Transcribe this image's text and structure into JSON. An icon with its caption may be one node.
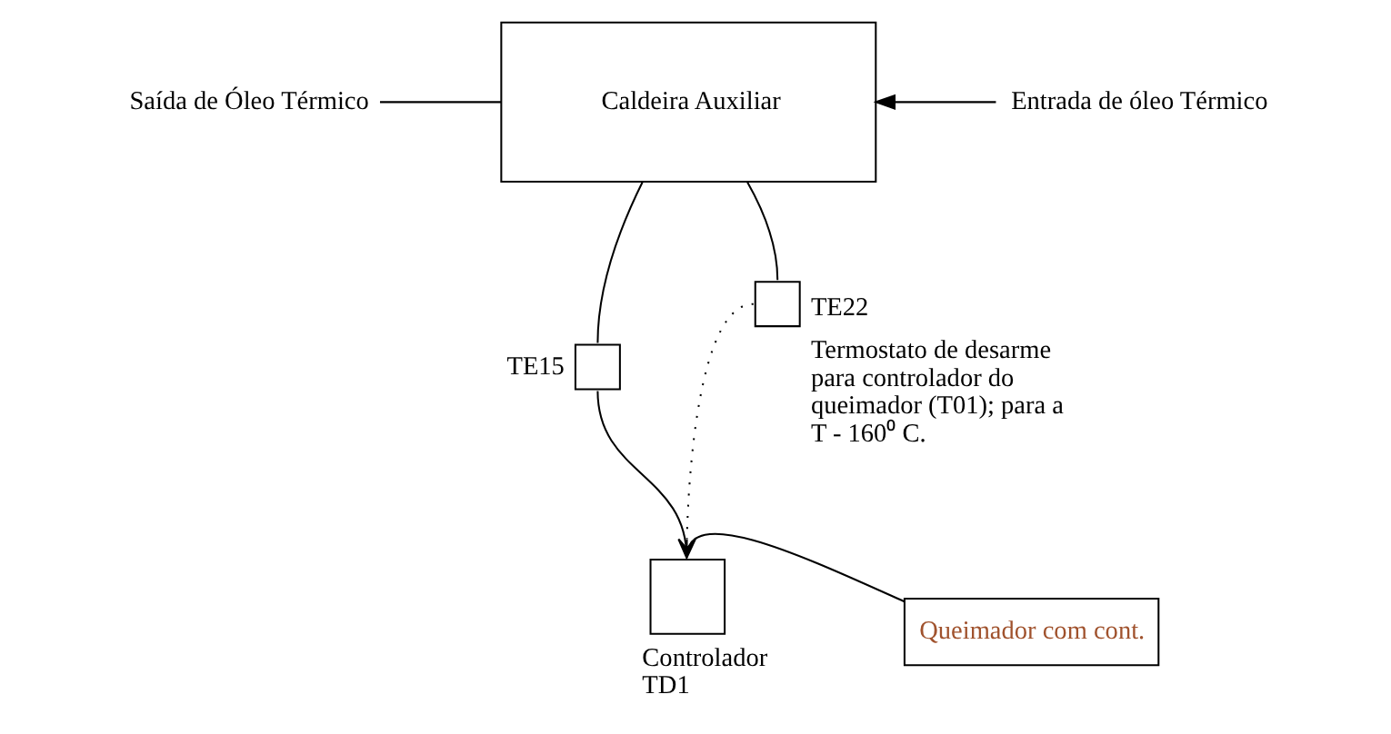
{
  "diagram": {
    "nodes": [
      {
        "text": [
          "Caldeira Auxiliar"
        ]
      },
      {
        "text": [],
        "shape": "box",
        "beside": [
          "TE15"
        ]
      },
      {
        "text": [],
        "shape": "box",
        "beside": [
          "TE22",
          "Termostato de desarme para controlador do queimador (T01); para a T - 160⁰ C."
        ]
      },
      {
        "text": [],
        "shape": "box",
        "beside": [
          "Controlador TD1"
        ]
      },
      {
        "text": [
          "Queimador com cont."
        ]
      },
      {
        "text": [
          "Saída de Óleo Térmico"
        ]
      },
      {
        "text": [
          "Entrada de óleo Térmico"
        ]
      }
    ],
    "edges": [
      {
        "from": 0,
        "to": 5,
        "arrow": "none"
      },
      {
        "from": 0,
        "to": 1,
        "arrow": "none"
      },
      {
        "from": 1,
        "to": 3,
        "arrow": "none"
      },
      {
        "from": 3,
        "to": 4,
        "arrow": "none"
      },
      {
        "from": 6,
        "to": 0,
        "arrow": "to"
      },
      {
        "from": 0,
        "to": 2,
        "arrow": "none"
      },
      {
        "from": 2,
        "to": 3,
        "arrow": "to",
        "style": "dashed"
      }
    ]
  }
}
